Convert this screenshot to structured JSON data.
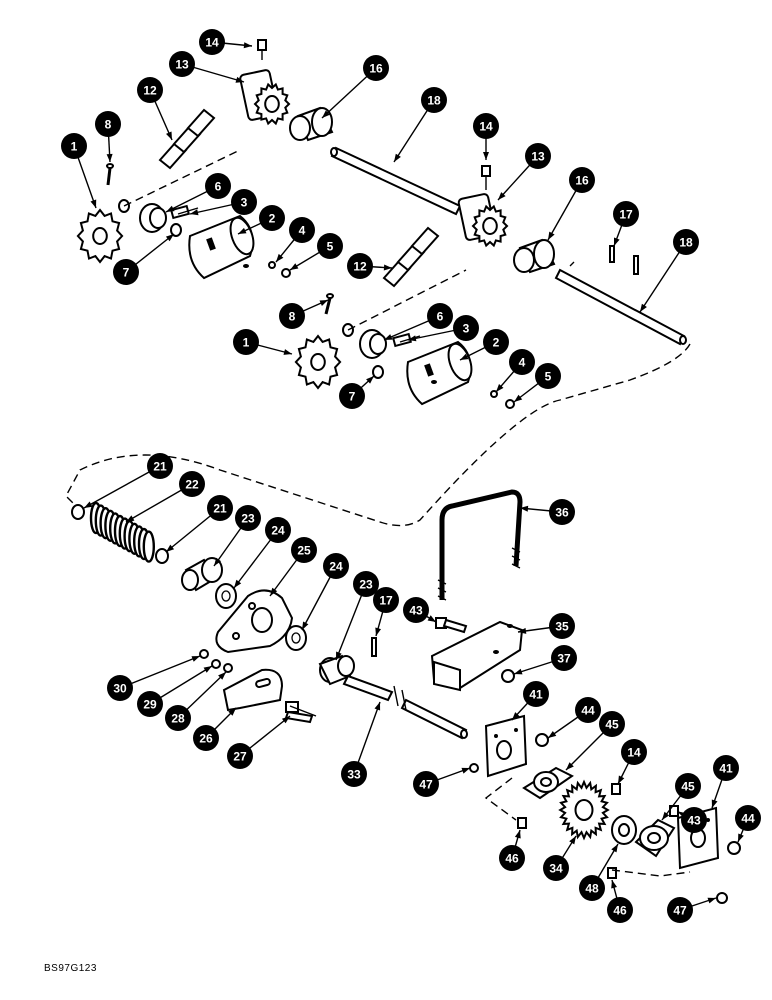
{
  "figure_code": "BS97G123",
  "callouts": [
    {
      "n": "14",
      "label": "14"
    },
    {
      "n": "13",
      "label": "13"
    },
    {
      "n": "16",
      "label": "16"
    },
    {
      "n": "12",
      "label": "12"
    },
    {
      "n": "18",
      "label": "18"
    },
    {
      "n": "8",
      "label": "8"
    },
    {
      "n": "1",
      "label": "1"
    },
    {
      "n": "14b",
      "label": "14"
    },
    {
      "n": "13b",
      "label": "13"
    },
    {
      "n": "6",
      "label": "6"
    },
    {
      "n": "3",
      "label": "3"
    },
    {
      "n": "2",
      "label": "2"
    },
    {
      "n": "16b",
      "label": "16"
    },
    {
      "n": "17",
      "label": "17"
    },
    {
      "n": "4",
      "label": "4"
    },
    {
      "n": "18b",
      "label": "18"
    },
    {
      "n": "7",
      "label": "7"
    },
    {
      "n": "5",
      "label": "5"
    },
    {
      "n": "12b",
      "label": "12"
    },
    {
      "n": "8b",
      "label": "8"
    },
    {
      "n": "6b",
      "label": "6"
    },
    {
      "n": "3b",
      "label": "3"
    },
    {
      "n": "1b",
      "label": "1"
    },
    {
      "n": "2b",
      "label": "2"
    },
    {
      "n": "4b",
      "label": "4"
    },
    {
      "n": "5b",
      "label": "5"
    },
    {
      "n": "7b",
      "label": "7"
    },
    {
      "n": "21",
      "label": "21"
    },
    {
      "n": "22",
      "label": "22"
    },
    {
      "n": "21b",
      "label": "21"
    },
    {
      "n": "23",
      "label": "23"
    },
    {
      "n": "24",
      "label": "24"
    },
    {
      "n": "25",
      "label": "25"
    },
    {
      "n": "24b",
      "label": "24"
    },
    {
      "n": "23b",
      "label": "23"
    },
    {
      "n": "17b",
      "label": "17"
    },
    {
      "n": "36",
      "label": "36"
    },
    {
      "n": "43",
      "label": "43"
    },
    {
      "n": "35",
      "label": "35"
    },
    {
      "n": "37",
      "label": "37"
    },
    {
      "n": "30",
      "label": "30"
    },
    {
      "n": "29",
      "label": "29"
    },
    {
      "n": "28",
      "label": "28"
    },
    {
      "n": "26",
      "label": "26"
    },
    {
      "n": "27",
      "label": "27"
    },
    {
      "n": "33",
      "label": "33"
    },
    {
      "n": "41",
      "label": "41"
    },
    {
      "n": "44",
      "label": "44"
    },
    {
      "n": "45",
      "label": "45"
    },
    {
      "n": "14c",
      "label": "14"
    },
    {
      "n": "47",
      "label": "47"
    },
    {
      "n": "46",
      "label": "46"
    },
    {
      "n": "45b",
      "label": "45"
    },
    {
      "n": "43b",
      "label": "43"
    },
    {
      "n": "41b",
      "label": "41"
    },
    {
      "n": "44b",
      "label": "44"
    },
    {
      "n": "34",
      "label": "34"
    },
    {
      "n": "48",
      "label": "48"
    },
    {
      "n": "46b",
      "label": "46"
    },
    {
      "n": "47b",
      "label": "47"
    }
  ]
}
